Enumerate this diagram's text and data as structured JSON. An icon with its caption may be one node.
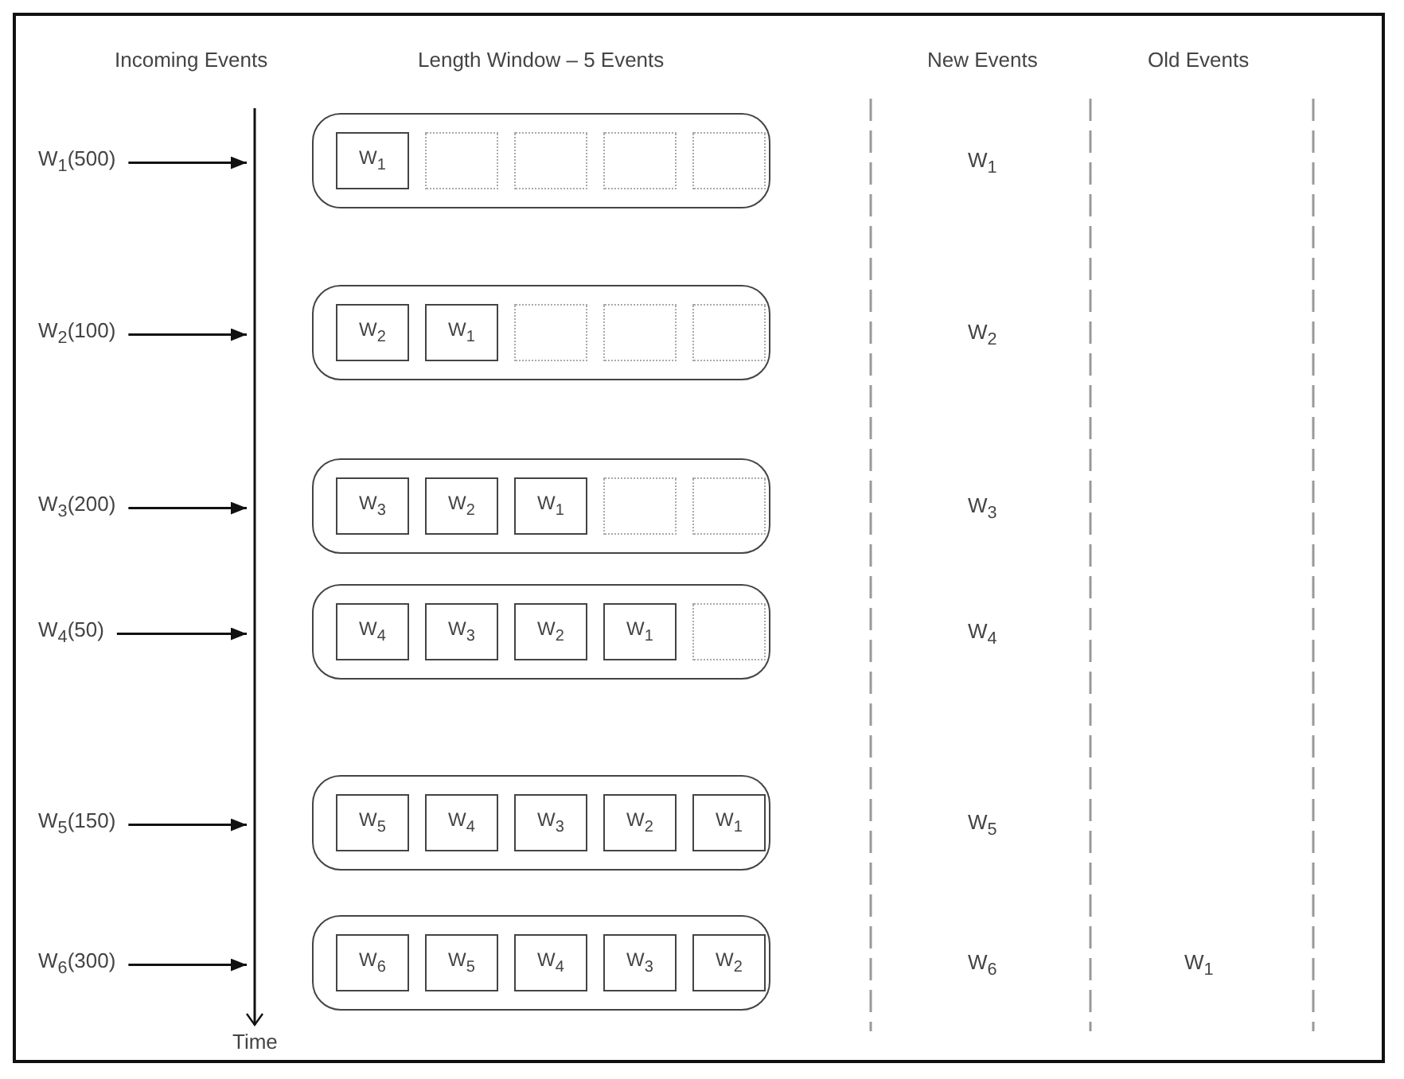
{
  "diagram": {
    "nodes": [
      {
        "text": [],
        "shape": "bar",
        "beside": [
          "Time"
        ]
      },
      {
        "text": [
          "W$_{1}$(500)"
        ]
      },
      {
        "text": [],
        "shape": "box"
      },
      {
        "text": [
          "W$_{1}$"
        ],
        "in": 2
      },
      {
        "text": [],
        "shape": "box",
        "in": 2
      },
      {
        "text": [],
        "shape": "box",
        "in": 2
      },
      {
        "text": [],
        "shape": "box",
        "in": 2
      },
      {
        "text": [],
        "shape": "box",
        "in": 2
      },
      {
        "text": [
          "W$_{2}$(100)"
        ]
      },
      {
        "text": [],
        "shape": "box"
      },
      {
        "text": [
          "W$_{2}$"
        ],
        "in": 9
      },
      {
        "text": [
          "W$_{1}$"
        ],
        "in": 9
      },
      {
        "text": [],
        "shape": "box",
        "in": 9
      },
      {
        "text": [],
        "shape": "box",
        "in": 9
      },
      {
        "text": [],
        "shape": "box",
        "in": 9
      },
      {
        "text": [
          "W$_{3}$(200)"
        ]
      },
      {
        "text": [],
        "shape": "box"
      },
      {
        "text": [
          "W$_{3}$"
        ],
        "in": 16
      },
      {
        "text": [
          "W$_{2}$"
        ],
        "in": 16
      },
      {
        "text": [
          "W$_{1}$"
        ],
        "in": 16
      },
      {
        "text": [],
        "shape": "box",
        "in": 16
      },
      {
        "text": [],
        "shape": "box",
        "in": 16
      },
      {
        "text": [
          "W$_{4}$(50)"
        ]
      },
      {
        "text": [],
        "shape": "box"
      },
      {
        "text": [
          "W$_{4}$"
        ],
        "in": 23
      },
      {
        "text": [
          "W$_{3}$"
        ],
        "in": 23
      },
      {
        "text": [
          "W$_{2}$"
        ],
        "in": 23
      },
      {
        "text": [
          "W$_{1}$"
        ],
        "in": 23
      },
      {
        "text": [],
        "shape": "box",
        "in": 23
      },
      {
        "text": [
          "W$_{5}$(150)"
        ]
      },
      {
        "text": [],
        "shape": "box"
      },
      {
        "text": [
          "W$_{5}$"
        ],
        "in": 30
      },
      {
        "text": [
          "W$_{4}$"
        ],
        "in": 30
      },
      {
        "text": [
          "W$_{3}$"
        ],
        "in": 30
      },
      {
        "text": [
          "W$_{2}$"
        ],
        "in": 30
      },
      {
        "text": [
          "W$_{1}$"
        ],
        "in": 30
      },
      {
        "text": [
          "W$_{6}$(300)"
        ]
      },
      {
        "text": [],
        "shape": "box"
      },
      {
        "text": [
          "W$_{6}$"
        ],
        "in": 37
      },
      {
        "text": [
          "W$_{5}$"
        ],
        "in": 37
      },
      {
        "text": [
          "W$_{4}$"
        ],
        "in": 37
      },
      {
        "text": [
          "W$_{3}$"
        ],
        "in": 37
      },
      {
        "text": [
          "W$_{2}$"
        ],
        "in": 37
      }
    ],
    "edges": [
      {
        "from": 1,
        "to": 0,
        "arrow": "to"
      },
      {
        "from": 8,
        "to": 0,
        "arrow": "to"
      },
      {
        "from": 15,
        "to": 0,
        "arrow": "to"
      },
      {
        "from": 22,
        "to": 0,
        "arrow": "to"
      },
      {
        "from": 29,
        "to": 0,
        "arrow": "to"
      },
      {
        "from": 36,
        "to": 0,
        "arrow": "to"
      }
    ],
    "labels": [
      "Incoming Events",
      "Length Window – 5 Events",
      "New Events",
      "Old Events",
      "W$_{1}$",
      "W$_{2}$",
      "W$_{3}$",
      "W$_{4}$",
      "W$_{5}$",
      "W$_{6}$",
      "W$_{1}$"
    ]
  }
}
